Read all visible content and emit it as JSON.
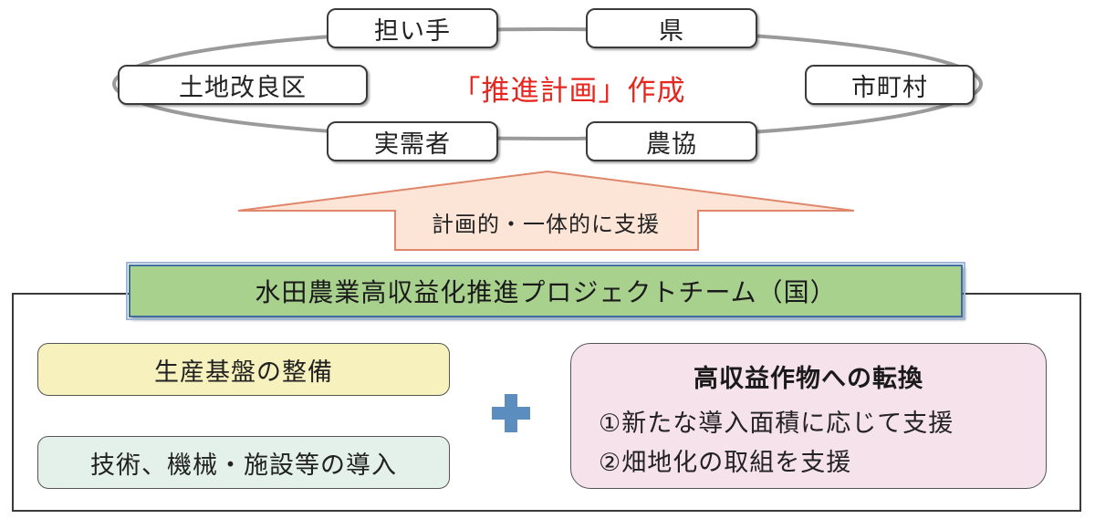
{
  "stakeholders": {
    "ninaite": "担い手",
    "ken": "県",
    "tochikairyoku": "土地改良区",
    "shichoson": "市町村",
    "jujusha": "実需者",
    "nokyo": "農協"
  },
  "center_title": "「推進計画」作成",
  "arrow_label": "計画的・一体的に支援",
  "project_team": "水田農業高収益化推進プロジェクトチーム（国）",
  "left_items": [
    "生産基盤の整備",
    "技術、機械・施設等の導入"
  ],
  "right_box": {
    "title": "高収益作物への転換",
    "lines": [
      "①新たな導入面積に応じて支援",
      "②畑地化の取組を支援"
    ]
  },
  "colors": {
    "center_title": "#e6261f",
    "arrow_fill": "#fce4d6",
    "arrow_stroke": "#e0866a",
    "team_fill": "#a9d18e",
    "yellow": "#f7f1bd",
    "mint": "#e3f1ea",
    "pink": "#f6e2ea",
    "plus": "#5b8ebf"
  }
}
